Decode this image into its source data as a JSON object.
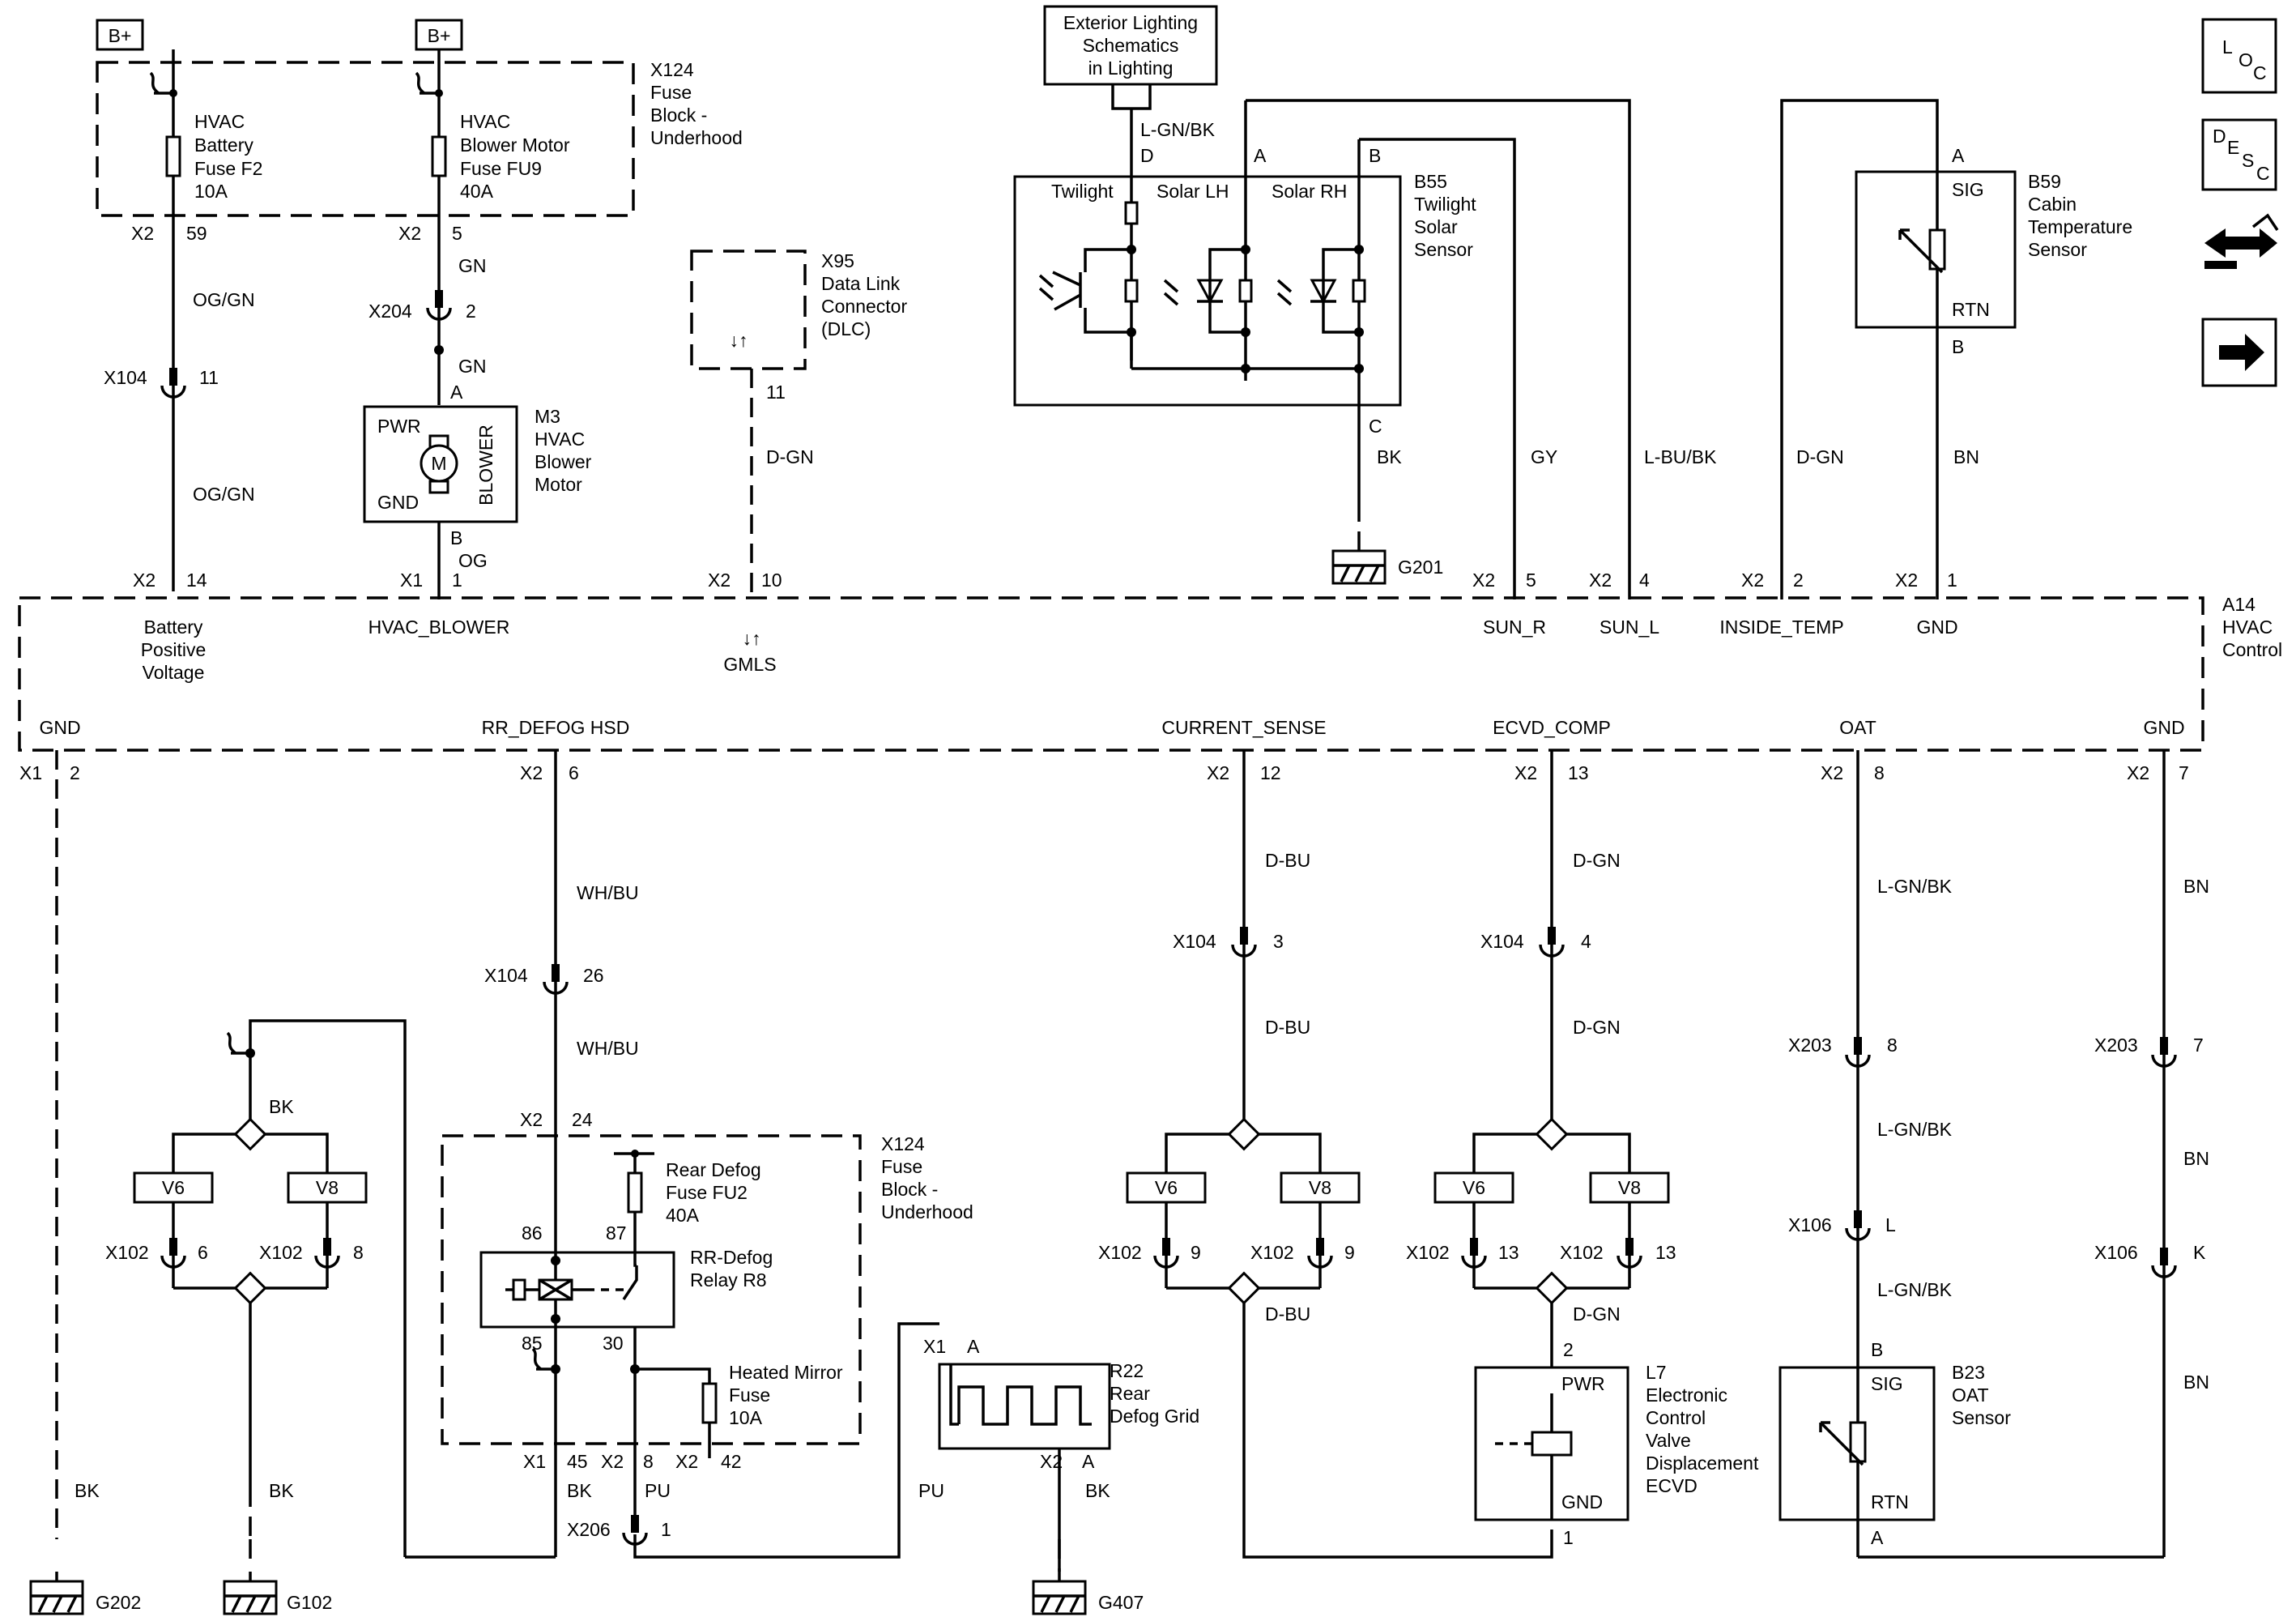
{
  "battery_plus": "B+",
  "x124": {
    "id": "X124",
    "l1": "Fuse",
    "l2": "Block -",
    "l3": "Underhood"
  },
  "hvac_fuse_f2": {
    "l1": "HVAC",
    "l2": "Battery",
    "l3": "Fuse F2",
    "l4": "10A"
  },
  "hvac_fuse_fu9": {
    "l1": "HVAC",
    "l2": "Blower Motor",
    "l3": "Fuse FU9",
    "l4": "40A"
  },
  "exterior_lighting": {
    "l1": "Exterior Lighting",
    "l2": "Schematics",
    "l3": "in Lighting"
  },
  "x95": {
    "id": "X95",
    "l1": "Data Link",
    "l2": "Connector",
    "l3": "(DLC)",
    "pin": "11",
    "wire": "D-GN"
  },
  "b55": {
    "id": "B55",
    "l1": "Twilight",
    "l2": "Solar",
    "l3": "Sensor",
    "twilight": "Twilight",
    "solar_lh": "Solar LH",
    "solar_rh": "Solar RH",
    "wire_d": "L-GN/BK",
    "pin_d": "D",
    "pin_a": "A",
    "pin_b": "B",
    "pin_c": "C",
    "wire_c": "BK",
    "ground": "G201"
  },
  "b59": {
    "id": "B59",
    "l1": "Cabin",
    "l2": "Temperature",
    "l3": "Sensor",
    "sig": "SIG",
    "rtn": "RTN",
    "pin_a": "A",
    "pin_b": "B",
    "wire_dgn": "D-GN",
    "wire_bn": "BN"
  },
  "nav": {
    "loc1": "L",
    "loc2": "O",
    "loc3": "C",
    "desc1": "D",
    "desc2": "E",
    "desc3": "S",
    "desc4": "C"
  },
  "m3": {
    "id": "M3",
    "l1": "HVAC",
    "l2": "Blower",
    "l3": "Motor",
    "pwr": "PWR",
    "gnd": "GND",
    "blower": "BLOWER",
    "m": "M",
    "pin_a": "A",
    "pin_b": "B",
    "wire_b": "OG"
  },
  "wires": {
    "og_gn": "OG/GN",
    "gn": "GN",
    "gy": "GY",
    "lbu_bk": "L-BU/BK",
    "wh_bu": "WH/BU",
    "d_bu": "D-BU",
    "d_gn": "D-GN",
    "lgn_bk": "L-GN/BK",
    "bn": "BN",
    "bk": "BK",
    "pu": "PU"
  },
  "conn": {
    "x2": "X2",
    "x1": "X1",
    "x104": "X104",
    "x204": "X204",
    "x102": "X102",
    "x203": "X203",
    "x106": "X106",
    "x206": "X206"
  },
  "pins": {
    "p59": "59",
    "p5": "5",
    "p2": "2",
    "p11": "11",
    "p14": "14",
    "p1": "1",
    "p10": "10",
    "p4": "4",
    "p6": "6",
    "p26": "26",
    "p24": "24",
    "p12": "12",
    "p3": "3",
    "p13": "13",
    "p8": "8",
    "p7": "7",
    "p9": "9",
    "pL": "L",
    "pK": "K",
    "p45": "45",
    "p42": "42"
  },
  "a14": {
    "id": "A14",
    "l1": "HVAC",
    "l2": "Control",
    "battery1": "Battery",
    "battery2": "Positive",
    "battery3": "Voltage",
    "hvac_blower": "HVAC_BLOWER",
    "gmls": "GMLS",
    "sun_r": "SUN_R",
    "sun_l": "SUN_L",
    "inside_temp": "INSIDE_TEMP",
    "gnd": "GND",
    "rr_defog": "RR_DEFOG HSD",
    "current_sense": "CURRENT_SENSE",
    "ecvd_comp": "ECVD_COMP",
    "oat": "OAT"
  },
  "engine": {
    "v6": "V6",
    "v8": "V8"
  },
  "relay": {
    "fuse1": "Rear Defog",
    "fuse2": "Fuse FU2",
    "fuse3": "40A",
    "relay1": "RR-Defog",
    "relay2": "Relay R8",
    "mirror1": "Heated Mirror",
    "mirror2": "Fuse",
    "mirror3": "10A",
    "p86": "86",
    "p87": "87",
    "p85": "85",
    "p30": "30"
  },
  "r22": {
    "id": "R22",
    "l1": "Rear",
    "l2": "Defog Grid",
    "pin_a": "A"
  },
  "l7": {
    "id": "L7",
    "l1": "Electronic",
    "l2": "Control",
    "l3": "Valve",
    "l4": "Displacement",
    "l5": "ECVD",
    "pwr": "PWR",
    "gnd": "GND"
  },
  "b23": {
    "id": "B23",
    "l1": "OAT",
    "l2": "Sensor",
    "sig": "SIG",
    "rtn": "RTN",
    "pin_b": "B",
    "pin_a": "A"
  },
  "grounds": {
    "g202": "G202",
    "g102": "G102",
    "g407": "G407"
  }
}
